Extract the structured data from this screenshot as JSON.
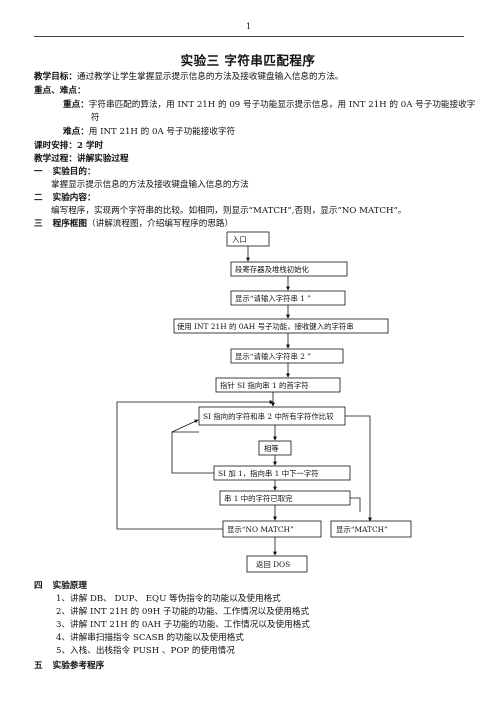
{
  "page_number": "1",
  "title": "实验三    字符串匹配程序",
  "objective": {
    "label": "教学目标：",
    "text": "通过教学让学生掌握显示提示信息的方法及接收键盘输入信息的方法。"
  },
  "key_points": {
    "label": "重点、难点："
  },
  "focus": {
    "label": "重点：",
    "line1": "字符串匹配的算法，用 INT 21H 的 09 号子功能显示提示信息，用 INT 21H 的 0A 号子功能接收字",
    "line2": "符"
  },
  "difficulty": {
    "label": "难点：",
    "text": "用 INT 21H 的 0A 号子功能接收字符"
  },
  "hours": "课时安排：2 学时",
  "process": "教学过程：讲解实验过程",
  "sec1": {
    "num": "一",
    "title": "实验目的：",
    "text": "掌握显示提示信息的方法及接收键盘输入信息的方法"
  },
  "sec2": {
    "num": "二",
    "title": "实验内容：",
    "text": "编写程序，实现两个字符串的比较。如相同，则显示“MATCH”,否则，显示”NO MATCH”。"
  },
  "sec3": {
    "num": "三",
    "title": "程序框图",
    "note": "（讲解流程图，介绍编写程序的思路）"
  },
  "flowchart": {
    "entry": "入口",
    "init": "段寄存器及堆栈初始化",
    "prompt1": "显示“请输入字符串 1 ”",
    "input": "使用 INT 21H 的 0AH 号子功能，接收键入的字符串",
    "prompt2": "显示“请输入字符串 2 ”",
    "point_si": "指针 SI 指向串 1 的首字符",
    "compare": "SI 指向的字符和串 2 中所有字符作比较",
    "equal": "相等",
    "si_next": "SI 加 1，指向串 1 中下一字符",
    "done": "串 1 中的字符已取完",
    "no_match": "显示“NO MATCH”",
    "match": "显示“MATCH”",
    "dos": "返回 DOS"
  },
  "sec4": {
    "num": "四",
    "title": "实验原理",
    "items": [
      "1、讲解 DB、 DUP、 EQU 等伪指令的功能以及使用格式",
      "2、讲解 INT    21H  的 09H 子功能的功能、工作情况以及使用格式",
      "3、讲解 INT    21H 的 0AH 子功能的功能、工作情况以及使用格式",
      "4、讲解串扫描指令 SCASB 的功能以及使用格式",
      "5、入栈、出栈指令 PUSH 、POP 的使用情况"
    ]
  },
  "sec5": {
    "num": "五",
    "title": "实验参考程序"
  }
}
